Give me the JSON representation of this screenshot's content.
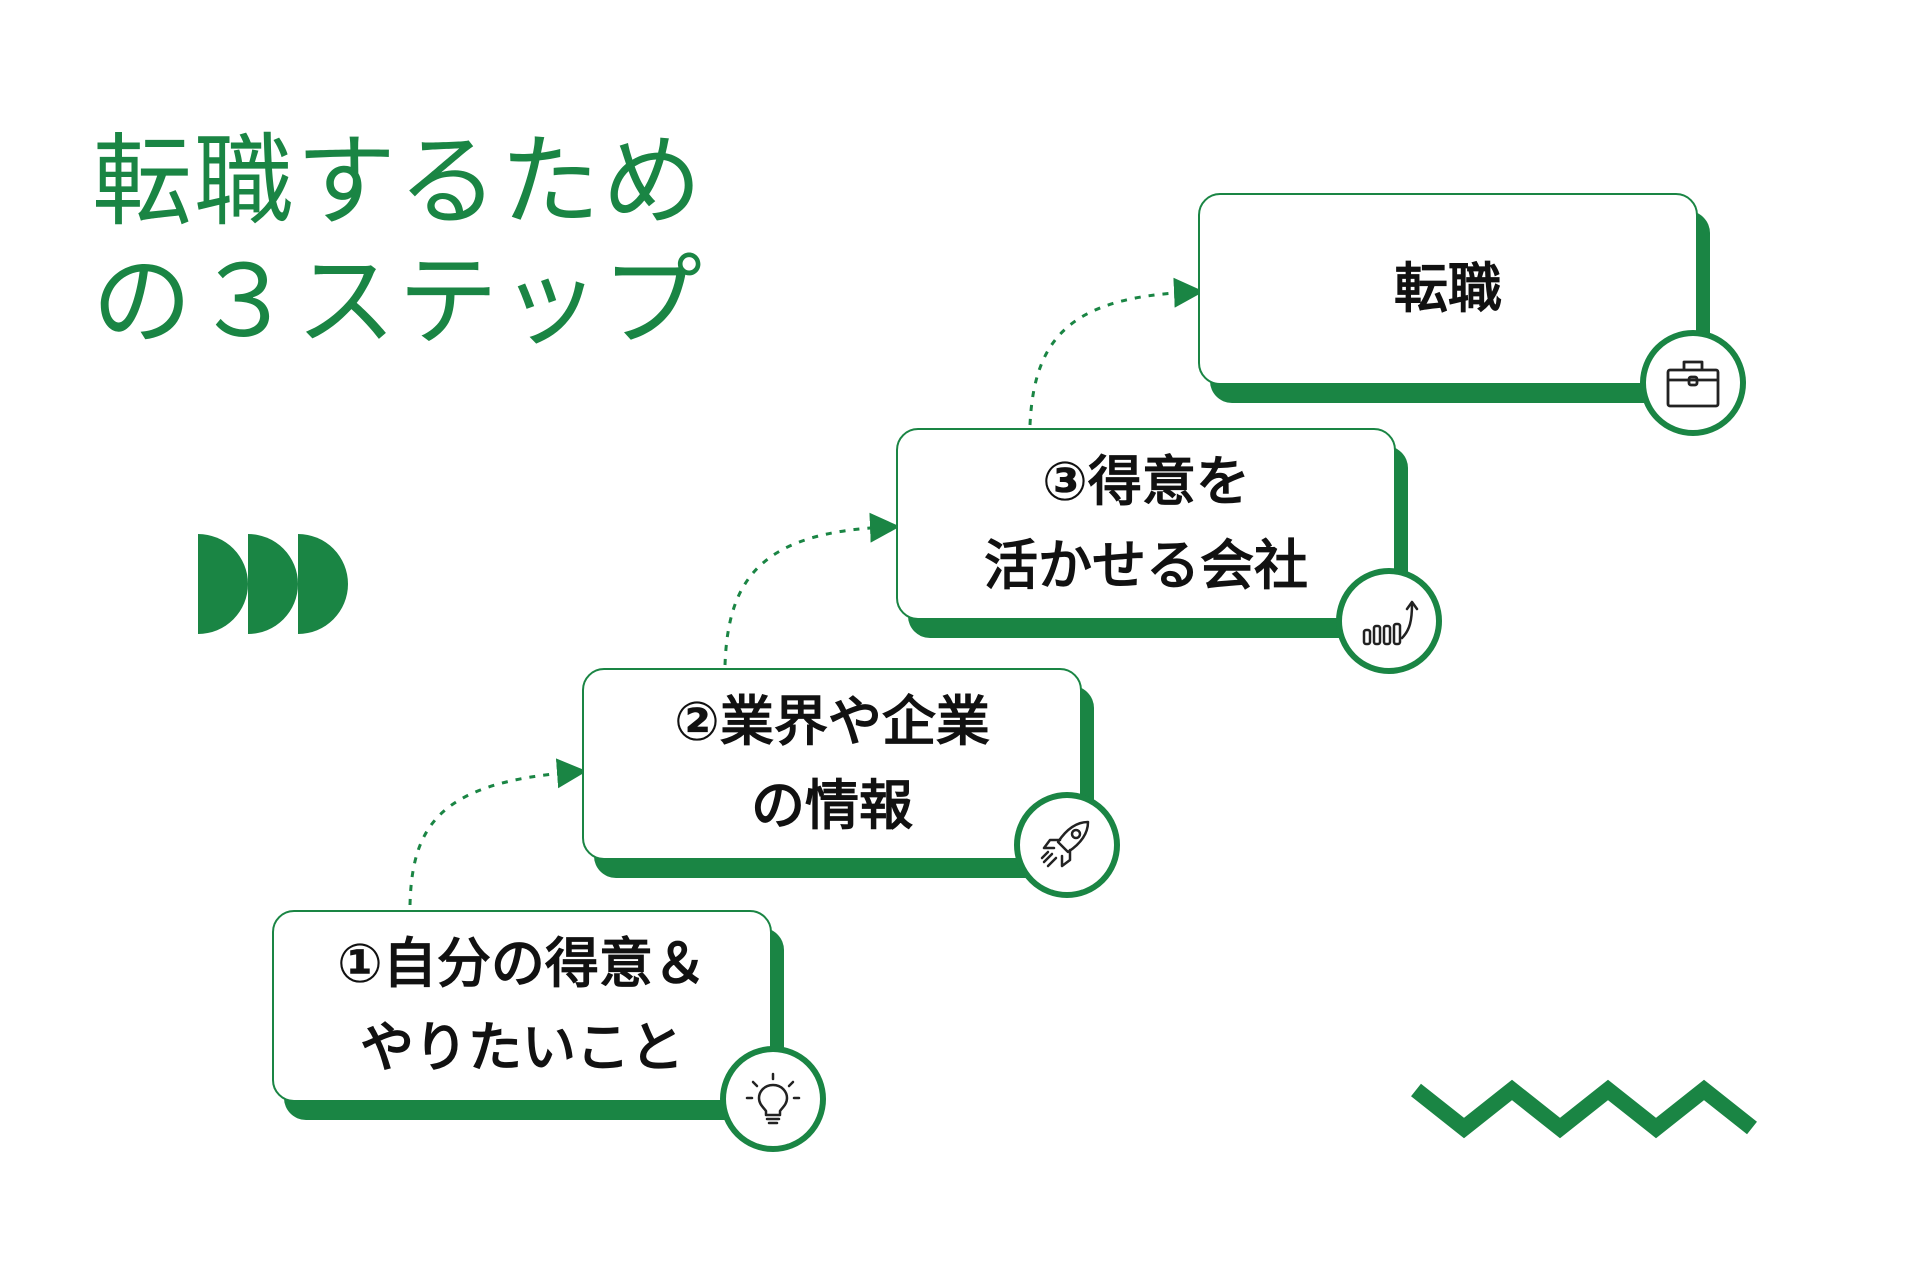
{
  "title": {
    "line1": "転職するため",
    "line2": "の３ステップ"
  },
  "steps": [
    {
      "line1": "①自分の得意＆",
      "line2": "やりたいこと",
      "icon": "lightbulb-icon"
    },
    {
      "line1": "②業界や企業",
      "line2": "の情報",
      "icon": "rocket-icon"
    },
    {
      "line1": "③得意を",
      "line2": "活かせる会社",
      "icon": "growth-chart-icon"
    },
    {
      "line1": "転職",
      "icon": "briefcase-icon"
    }
  ],
  "colors": {
    "accent": "#1a8544",
    "text": "#111111",
    "background": "#ffffff"
  }
}
